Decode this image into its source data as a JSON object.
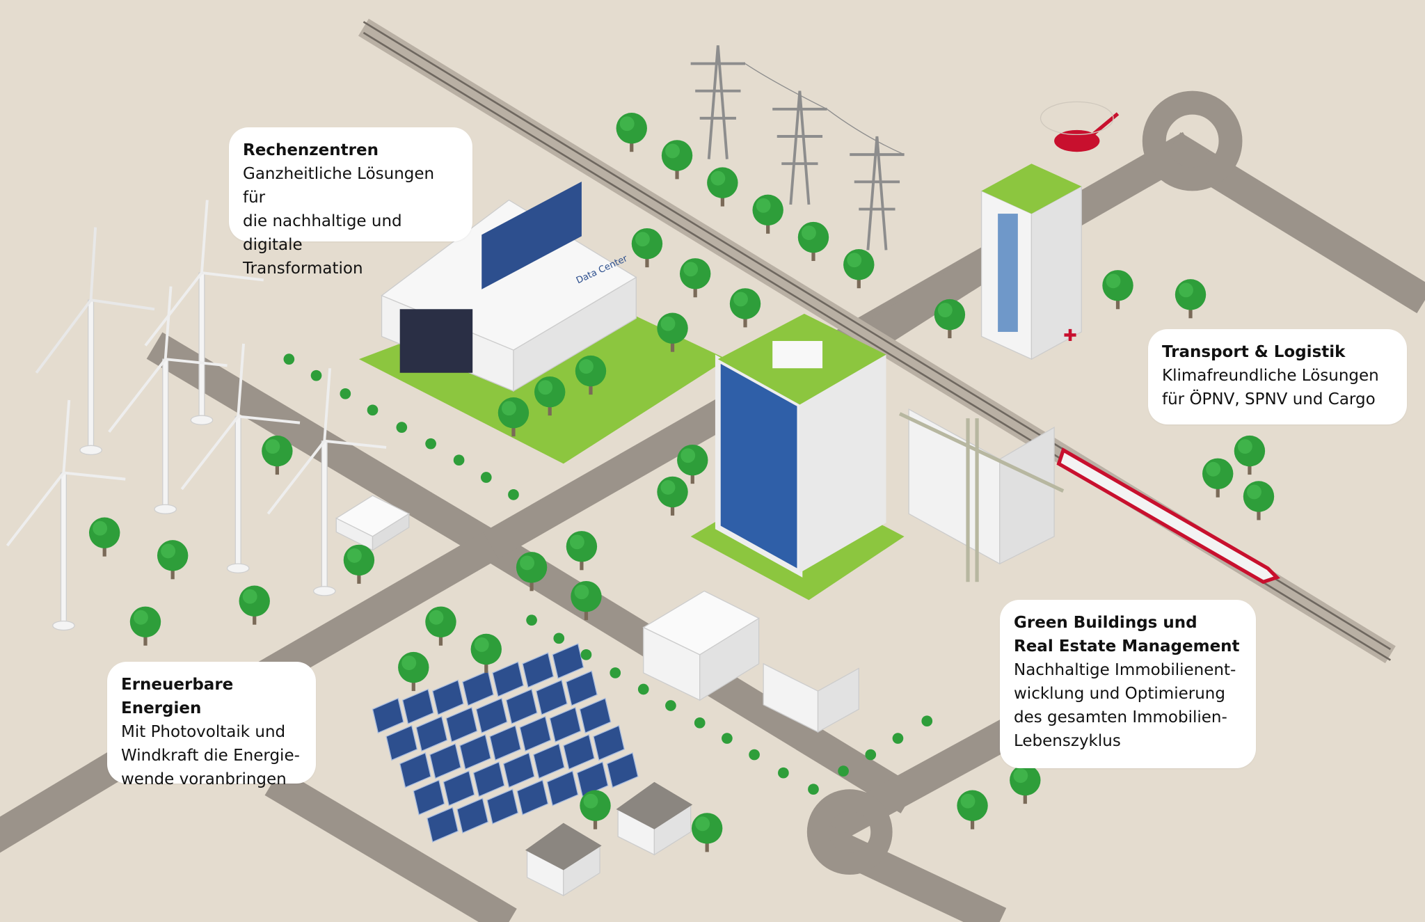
{
  "callouts": {
    "datacenters": {
      "title": "Rechenzentren",
      "lines": [
        "Ganzheitliche Lösungen für",
        "die nachhaltige und digitale",
        "Transformation"
      ]
    },
    "transport": {
      "title": "Transport & Logistik",
      "lines": [
        "Klimafreundliche Lösungen",
        "für ÖPNV, SPNV und Cargo"
      ]
    },
    "green_buildings": {
      "title_lines": [
        "Green Buildings und",
        "Real Estate Management"
      ],
      "lines": [
        "Nachhaltige Immobilienent-",
        "wicklung und Optimierung",
        "des gesamten Immobilien-",
        "Lebenszyklus"
      ]
    },
    "renewables": {
      "title": "Erneuerbare Energien",
      "lines": [
        "Mit Photovoltaik und",
        "Windkraft die Energie-",
        "wende voranbringen"
      ]
    }
  },
  "scene": {
    "datacenter_sign": "Data Center",
    "colors": {
      "background": "#e4dccf",
      "road": "#9b938a",
      "grass": "#8cc63f",
      "tree": "#2e9e3a",
      "panel": "#2d4f8e",
      "train": "#c8102e"
    }
  }
}
